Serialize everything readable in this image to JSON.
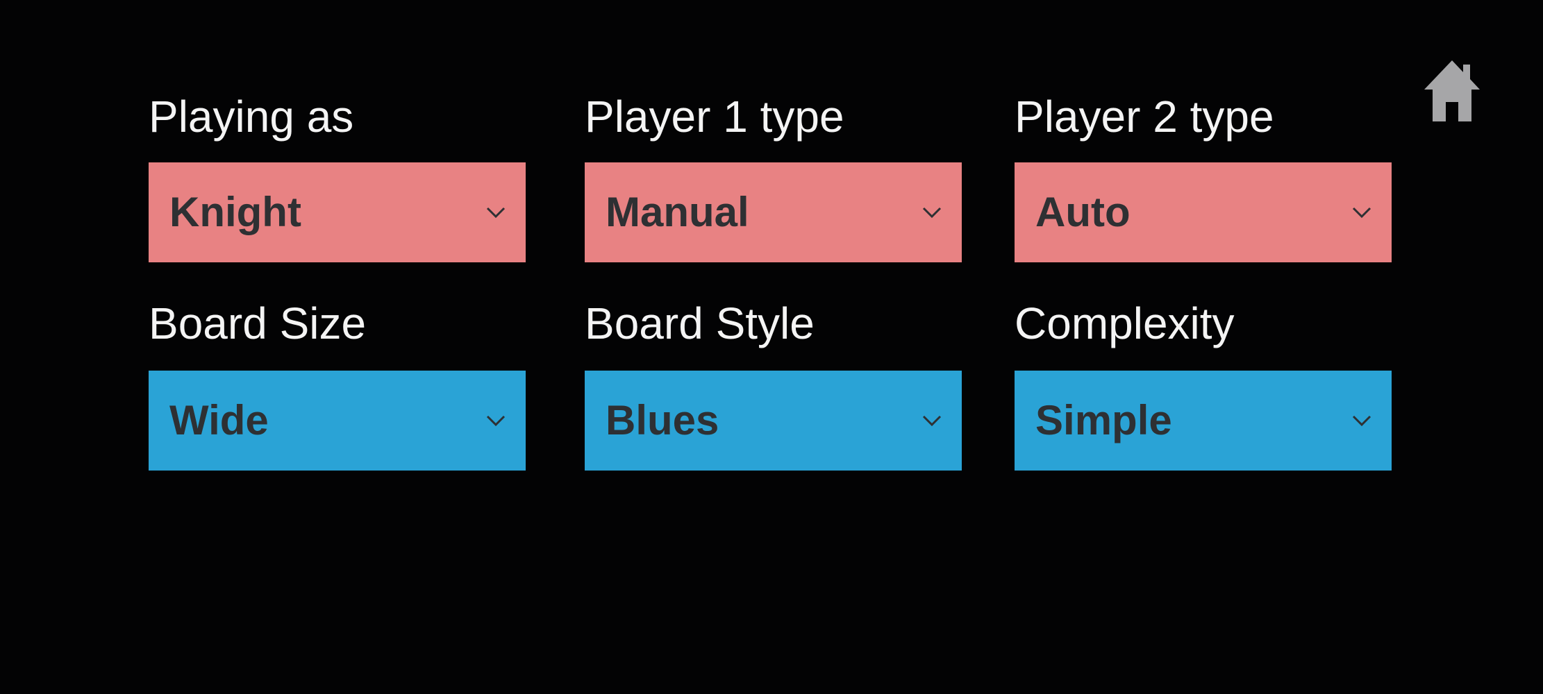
{
  "nav": {
    "home_icon": "home-icon"
  },
  "colors": {
    "background": "#030304",
    "player_select_bg": "#e88283",
    "board_select_bg": "#2aa3d6",
    "select_text": "#2e3033",
    "label_text": "#f4f4f4",
    "home_icon": "#a6a6a8"
  },
  "settings": {
    "playing_as": {
      "label": "Playing as",
      "value": "Knight"
    },
    "player1_type": {
      "label": "Player 1 type",
      "value": "Manual"
    },
    "player2_type": {
      "label": "Player 2 type",
      "value": "Auto"
    },
    "board_size": {
      "label": "Board Size",
      "value": "Wide"
    },
    "board_style": {
      "label": "Board Style",
      "value": "Blues"
    },
    "complexity": {
      "label": "Complexity",
      "value": "Simple"
    }
  }
}
